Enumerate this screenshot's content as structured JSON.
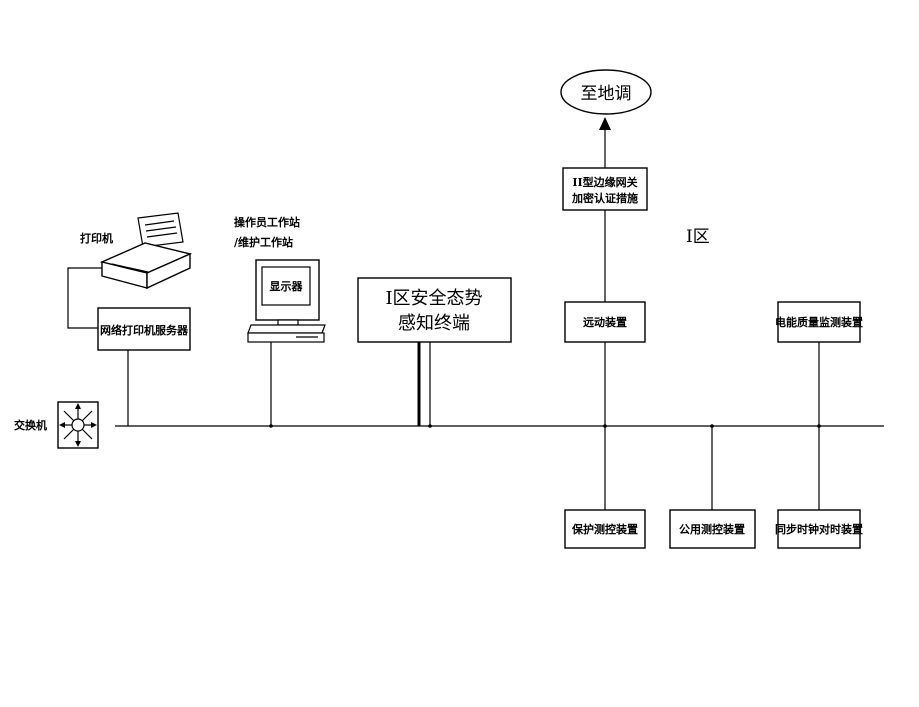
{
  "labels": {
    "printer": "打印机",
    "workstation_line1": "操作员工作站",
    "workstation_line2": "/维护工作站",
    "monitor": "显示器",
    "print_server": "网络打印机服务器",
    "switch": "交换机",
    "sensing_line1": "I区安全态势",
    "sensing_line2": "感知终端",
    "to_dispatch": "至地调",
    "gateway_line1": "II型边缘网关",
    "gateway_line2": "加密认证措施",
    "zone": "I区",
    "telecontrol": "远动装置",
    "power_quality": "电能质量监测装置",
    "protection": "保护测控装置",
    "public_measure": "公用测控装置",
    "time_sync": "同步时钟对时装置"
  }
}
